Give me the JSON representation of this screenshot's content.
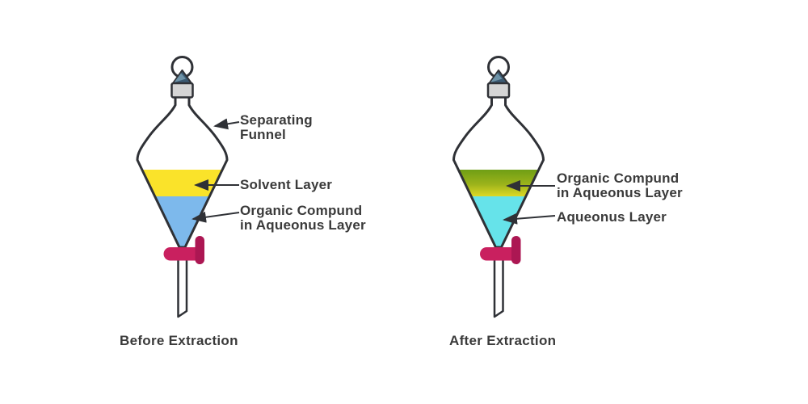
{
  "title": "Separating funnel liquid-liquid extraction diagram",
  "colors": {
    "outline": "#2f3136",
    "text": "#3a3a3a",
    "cap": "#d5d5d5",
    "stopper_dark": "#3b5a72",
    "stopper_light": "#6e93a8",
    "stopcock": "#c9205f",
    "stopcock_dark": "#ac1753",
    "solvent": "#fae32a",
    "aqueous_before": "#7db9ec",
    "organic_top": "#6f9e15",
    "organic_mid": "#9cb31b",
    "organic_bottom": "#ded925",
    "aqueous_after": "#66e3ea"
  },
  "before": {
    "caption": "Before Extraction",
    "labels": {
      "funnel_line1": "Separating",
      "funnel_line2": "Funnel",
      "solvent": "Solvent Layer",
      "organic_line1": "Organic Compund",
      "organic_line2": "in Aqueonus Layer"
    }
  },
  "after": {
    "caption": "After Extraction",
    "labels": {
      "organic_line1": "Organic Compund",
      "organic_line2": "in Aqueonus Layer",
      "aqueous": "Aqueonus Layer"
    }
  }
}
